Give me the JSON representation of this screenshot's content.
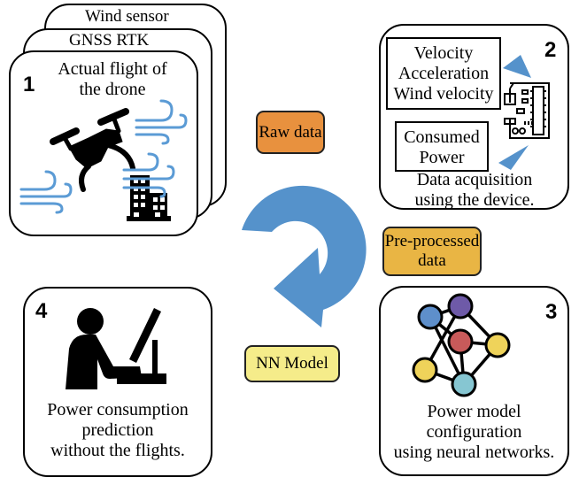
{
  "colors": {
    "arrow_blue": "#5592CB",
    "wind_blue": "#5B9BD5",
    "raw_data_fill": "#E8913E",
    "preprocessed_fill": "#E9B544",
    "nn_model_fill": "#F5EC8A",
    "node_blue": "#5E8FCB",
    "node_purple": "#6E5AA8",
    "node_red": "#C85A5A",
    "node_yellow": "#EFD35A",
    "node_cyan": "#86C6D2"
  },
  "step1": {
    "number": "1",
    "back_card_2_label": "Wind sensor",
    "back_card_1_label": "GNSS RTK",
    "title_lines": [
      "Actual flight of",
      "the drone"
    ],
    "icons": [
      "drone-icon",
      "wind-icon",
      "building-icon"
    ]
  },
  "step2": {
    "number": "2",
    "measured_box_lines": [
      "Velocity",
      "Acceleration",
      "Wind velocity"
    ],
    "power_box_lines": [
      "Consumed",
      "Power"
    ],
    "caption_lines": [
      "Data acquisition",
      "using the device."
    ],
    "icons": [
      "circuit-board-icon",
      "triangle-pointer-icon"
    ]
  },
  "step3": {
    "number": "3",
    "caption_lines": [
      "Power model",
      "configuration",
      "using neural networks."
    ],
    "icons": [
      "neural-network-icon"
    ]
  },
  "step4": {
    "number": "4",
    "caption_lines": [
      "Power consumption",
      "prediction",
      "without the flights."
    ],
    "icons": [
      "person-at-computer-icon"
    ]
  },
  "flow_labels": {
    "raw_data": "Raw data",
    "preprocessed_lines": [
      "Pre-processed",
      "data"
    ],
    "nn_model": "NN Model"
  },
  "center_icon": "cycle-arrow-icon"
}
